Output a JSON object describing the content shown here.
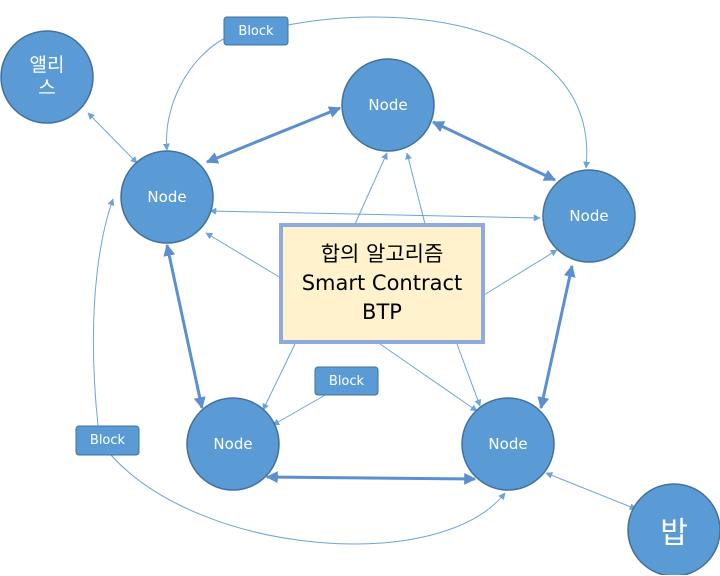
{
  "colors": {
    "node_fill": "#5b9bd5",
    "node_stroke": "#41719c",
    "arrow": "#6fa3d8",
    "box_fill": "#fff2cc",
    "box_border": "#8faadc"
  },
  "nodes": {
    "alice": {
      "line1": "앨리",
      "line2": "스"
    },
    "top": "Node",
    "left": "Node",
    "right": "Node",
    "bottom_left": "Node",
    "bottom_right": "Node",
    "bob": "밥"
  },
  "blocks": {
    "top": "Block",
    "middle": "Block",
    "left": "Block"
  },
  "center": {
    "line1": "합의 알고리즘",
    "line2": "Smart Contract",
    "line3": "BTP"
  }
}
